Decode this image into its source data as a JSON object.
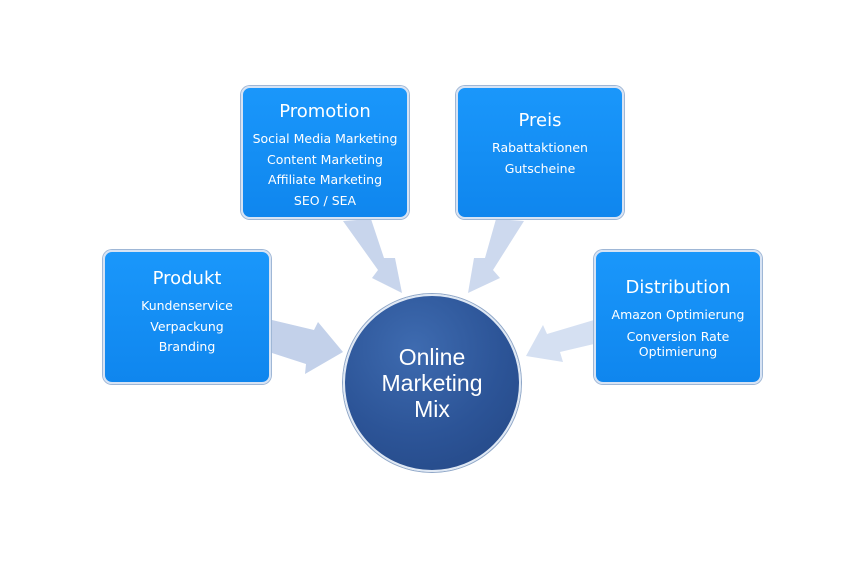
{
  "center": {
    "label": "Online\nMarketing\nMix"
  },
  "boxes": {
    "promotion": {
      "title": "Promotion",
      "items": [
        "Social Media Marketing",
        "Content Marketing",
        "Affiliate Marketing",
        "SEO / SEA"
      ]
    },
    "preis": {
      "title": "Preis",
      "items": [
        "Rabattaktionen",
        "Gutscheine"
      ]
    },
    "produkt": {
      "title": "Produkt",
      "items": [
        "Kundenservice",
        "Verpackung",
        "Branding"
      ]
    },
    "distribution": {
      "title": "Distribution",
      "items": [
        "Amazon Optimierung",
        "Conversion Rate Optimierung"
      ]
    }
  },
  "colors": {
    "box_fill": "#1a97fb",
    "circle_fill": "#2c5497",
    "arrow_fill": "#c9d6ec",
    "text": "#ffffff"
  }
}
